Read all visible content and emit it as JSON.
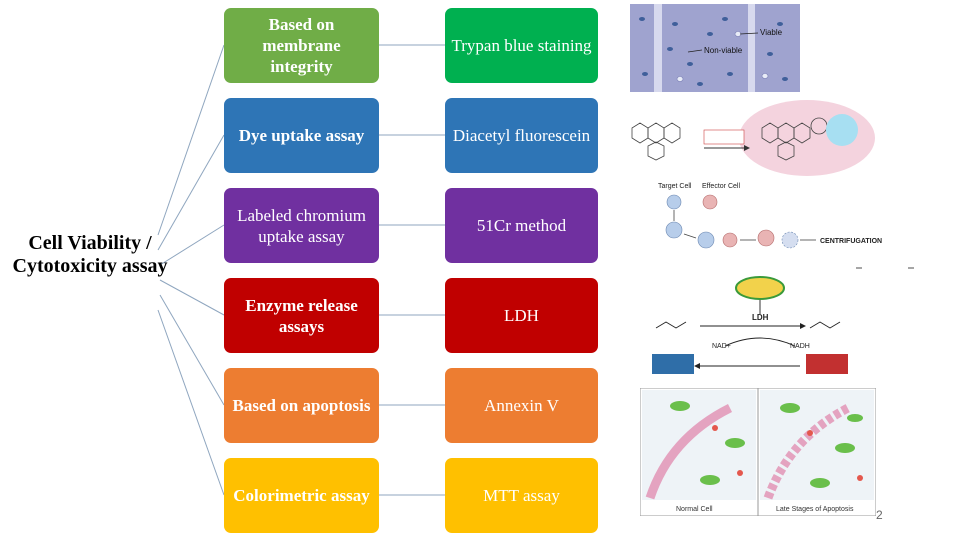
{
  "root": {
    "label": "Cell Viability / Cytotoxicity assay"
  },
  "rows": [
    {
      "category": "Based on membrane integrity",
      "method": "Trypan blue staining",
      "cat_color": "#70ad47",
      "method_color": "#00b050",
      "cat_bold": true,
      "image": "trypan-blue-micrograph"
    },
    {
      "category": "Dye uptake assay",
      "method": "Diacetyl fluorescein",
      "cat_color": "#2e75b6",
      "method_color": "#2e75b6",
      "cat_bold": true,
      "image": "fluorescein-diacetate-reaction"
    },
    {
      "category": "Labeled chromium uptake assay",
      "method": "51Cr method",
      "cat_color": "#7030a0",
      "method_color": "#7030a0",
      "cat_bold": false,
      "image": "chromium-release-diagram"
    },
    {
      "category": "Enzyme release assays",
      "method": "LDH",
      "cat_color": "#c00000",
      "method_color": "#c00000",
      "cat_bold": true,
      "image": "ldh-reaction-scheme"
    },
    {
      "category": "Based on apoptosis",
      "method": "Annexin V",
      "cat_color": "#ed7d31",
      "method_color": "#ed7d31",
      "cat_bold": true,
      "image": "annexin-v-apoptosis-illustration"
    },
    {
      "category": "Colorimetric assay",
      "method": "MTT  assay",
      "cat_color": "#ffc000",
      "method_color": "#ffc000",
      "cat_bold": true,
      "image": "mtt-assay-image"
    }
  ],
  "image_labels": {
    "viable": "Viable",
    "non_viable": "Non-viable",
    "target_cell": "Target Cell",
    "effector_cell": "Effector Cell",
    "centrifugation": "CENTRIFUGATION",
    "ldh": "LDH",
    "nad": "NAD+",
    "nadh": "NADH",
    "normal_cell": "Normal Cell",
    "late_apoptosis": "Late Stages of Apoptosis"
  },
  "colors": {
    "connector": "#8fa6bf",
    "annexin": "#6abf4b"
  },
  "page_number": "2"
}
